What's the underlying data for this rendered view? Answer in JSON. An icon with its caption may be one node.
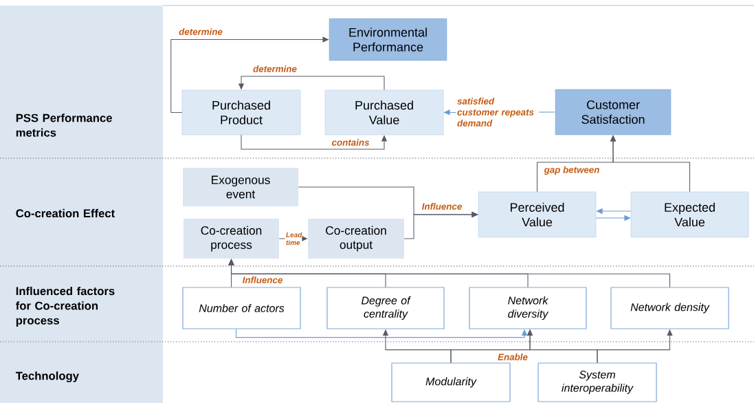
{
  "diagram": {
    "nodes": [
      {
        "text": [
          "Environmental Performance"
        ]
      },
      {
        "text": [
          "Purchased Product"
        ]
      },
      {
        "text": [
          "Purchased Value"
        ]
      },
      {
        "text": [
          "Customer Satisfaction"
        ]
      },
      {
        "text": [
          "Exogenous event"
        ]
      },
      {
        "text": [
          "Co-creation process"
        ]
      },
      {
        "text": [
          "Co-creation output"
        ]
      },
      {
        "text": [
          "Perceived Value"
        ]
      },
      {
        "text": [
          "Expected Value"
        ]
      },
      {
        "text": [
          "Number of actors"
        ]
      },
      {
        "text": [
          "Degree of centrality"
        ]
      },
      {
        "text": [
          "Network diversity"
        ]
      },
      {
        "text": [
          "Network density"
        ]
      },
      {
        "text": [
          "Modularity"
        ]
      },
      {
        "text": [
          "System interoperability"
        ]
      }
    ],
    "edges": [
      {
        "from": 1,
        "to": 0,
        "arrow": "to",
        "label": "determine"
      },
      {
        "from": 2,
        "to": 1,
        "arrow": "to",
        "label": "determine"
      },
      {
        "from": 1,
        "to": 2,
        "arrow": "to",
        "label": "contains"
      },
      {
        "from": 3,
        "to": 2,
        "arrow": "to",
        "label": "satisfied customer repeats demand",
        "color": "#6a9bd1"
      },
      {
        "from": 4,
        "to": 7,
        "arrow": "to",
        "label": "Influence"
      },
      {
        "from": 6,
        "to": 7,
        "arrow": "to"
      },
      {
        "from": 5,
        "to": 6,
        "arrow": "to",
        "label": "Lead time"
      },
      {
        "from": 7,
        "to": 3,
        "arrow": "to",
        "label": "gap between"
      },
      {
        "from": 8,
        "to": 3,
        "arrow": "to"
      },
      {
        "from": 7,
        "to": 8,
        "arrow": "to",
        "color": "#6a9bd1"
      },
      {
        "from": 8,
        "to": 7,
        "arrow": "to",
        "color": "#6a9bd1"
      },
      {
        "from": 9,
        "to": 5,
        "arrow": "to",
        "label": "Influence"
      },
      {
        "from": 10,
        "to": 5,
        "arrow": "to"
      },
      {
        "from": 11,
        "to": 5,
        "arrow": "to"
      },
      {
        "from": 12,
        "to": 5,
        "arrow": "to"
      },
      {
        "from": 9,
        "to": 11,
        "arrow": "to",
        "color": "#6a9bd1"
      },
      {
        "from": 13,
        "to": 10,
        "arrow": "to"
      },
      {
        "from": 13,
        "to": 11,
        "arrow": "to",
        "label": "Enable"
      },
      {
        "from": 14,
        "to": 11,
        "arrow": "to"
      },
      {
        "from": 14,
        "to": 12,
        "arrow": "to"
      }
    ],
    "labels": [
      "PSS Performance metrics",
      "Co-creation Effect",
      "Influenced factors for Co-creation process",
      "Technology"
    ]
  }
}
